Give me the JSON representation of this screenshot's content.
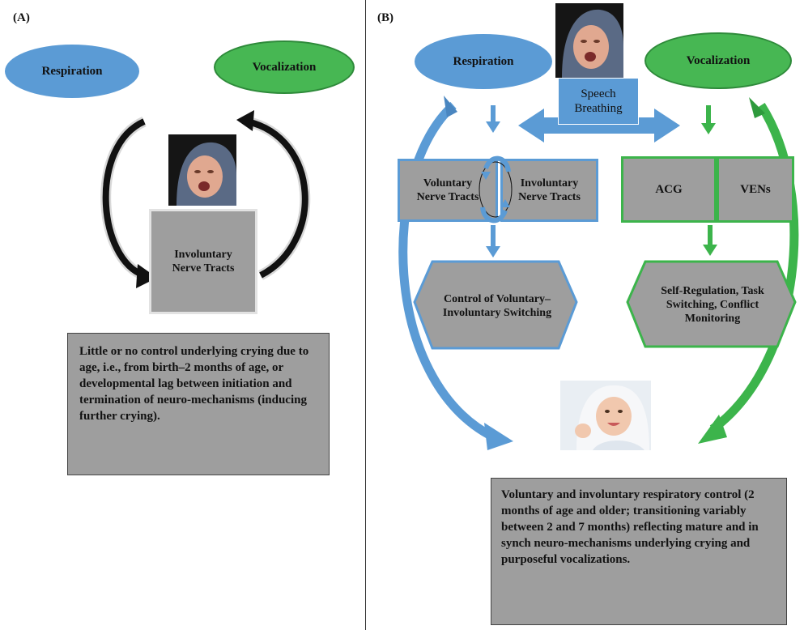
{
  "panel_a": {
    "label": "(A)",
    "respiration": "Respiration",
    "vocalization": "Vocalization",
    "nerve_box": "Involuntary Nerve Tracts",
    "note": "Little or no control underlying crying due to age, i.e., from birth–2 months of age, or developmental lag between initiation and termination of neuro-mechanisms (inducing further crying)."
  },
  "panel_b": {
    "label": "(B)",
    "respiration": "Respiration",
    "vocalization": "Vocalization",
    "speech_breathing": "Speech Breathing",
    "voluntary_box": "Voluntary Nerve Tracts",
    "involuntary_box": "Involuntary Nerve Tracts",
    "acg_box": "ACG",
    "vens_box": "VENs",
    "control_hex": "Control of Voluntary–Involuntary Switching",
    "selfreg_hex": "Self-Regulation, Task Switching, Conflict Monitoring",
    "note": "Voluntary and involuntary respiratory control (2 months of age and older; transitioning variably between 2 and 7 months) reflecting mature and in synch neuro-mechanisms underlying crying and purposeful vocalizations."
  },
  "colors": {
    "blue": "#5b9bd5",
    "green": "#3cb44b",
    "gray_box": "#9e9e9e"
  },
  "icons": [
    "crying-baby-photo",
    "smiling-baby-photo"
  ]
}
